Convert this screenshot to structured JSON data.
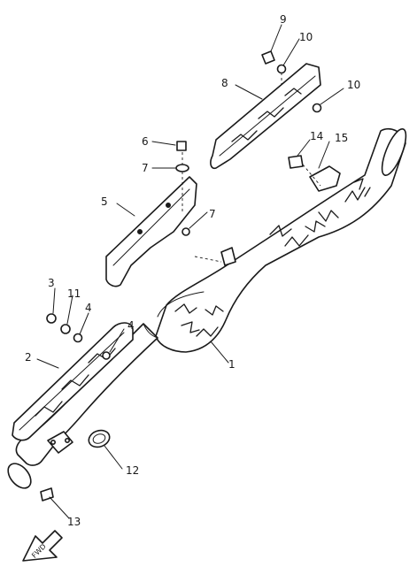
{
  "diagram": {
    "callouts": {
      "c1": "1",
      "c2": "2",
      "c3": "3",
      "c4a": "4",
      "c4b": "4",
      "c5": "5",
      "c6": "6",
      "c7a": "7",
      "c7b": "7",
      "c8": "8",
      "c9": "9",
      "c10a": "10",
      "c10b": "10",
      "c11": "11",
      "c12": "12",
      "c13": "13",
      "c14": "14",
      "c15": "15"
    },
    "front_arrow": "FWD"
  }
}
